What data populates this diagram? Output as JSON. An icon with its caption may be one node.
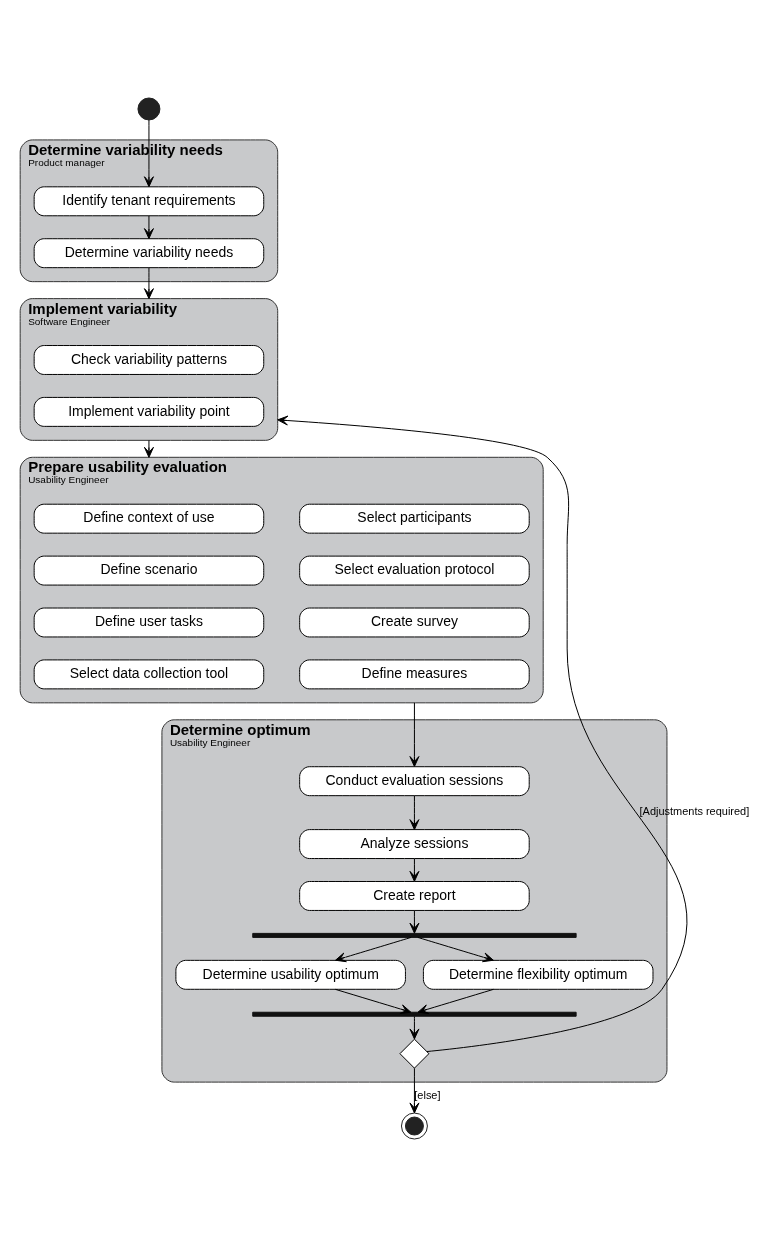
{
  "diagram": {
    "nodes": [
      {
        "text": [],
        "shape": "circle"
      },
      {
        "text": [
          "Determine variability needs",
          "Product manager"
        ]
      },
      {
        "text": [
          "Identify tenant requirements"
        ],
        "in": 1
      },
      {
        "text": [
          "Determine variability needs"
        ],
        "in": 1
      },
      {
        "text": [
          "Implement variability",
          "Software Engineer"
        ]
      },
      {
        "text": [
          "Check variability patterns"
        ],
        "in": 4
      },
      {
        "text": [
          "Implement variability point"
        ],
        "in": 4
      },
      {
        "text": [
          "Prepare usability evaluation",
          "Usability Engineer"
        ]
      },
      {
        "text": [
          "Define context of use"
        ],
        "in": 7
      },
      {
        "text": [
          "Select participants"
        ],
        "in": 7
      },
      {
        "text": [
          "Define scenario"
        ],
        "in": 7
      },
      {
        "text": [
          "Select evaluation protocol"
        ],
        "in": 7
      },
      {
        "text": [
          "Define user tasks"
        ],
        "in": 7
      },
      {
        "text": [
          "Create survey"
        ],
        "in": 7
      },
      {
        "text": [
          "Select data collection tool"
        ],
        "in": 7
      },
      {
        "text": [
          "Define measures"
        ],
        "in": 7
      },
      {
        "text": [
          "Determine optimum",
          "Usability Engineer"
        ]
      },
      {
        "text": [
          "Conduct evaluation sessions"
        ],
        "in": 16
      },
      {
        "text": [
          "Analyze sessions"
        ],
        "in": 16
      },
      {
        "text": [
          "Create report"
        ],
        "in": 16
      },
      {
        "text": [],
        "shape": "bar",
        "in": 16
      },
      {
        "text": [
          "Determine usability optimum"
        ],
        "in": 16
      },
      {
        "text": [
          "Determine flexibility optimum"
        ],
        "in": 16
      },
      {
        "text": [],
        "shape": "bar",
        "in": 16
      },
      {
        "text": [],
        "shape": "diamond",
        "in": 16
      },
      {
        "text": [],
        "shape": "circle"
      }
    ],
    "edges": [
      {
        "from": 0,
        "to": 2,
        "arrow": "to"
      },
      {
        "from": 2,
        "to": 3,
        "arrow": "to"
      },
      {
        "from": 3,
        "to": 4,
        "arrow": "to"
      },
      {
        "from": 4,
        "to": 7,
        "arrow": "to"
      },
      {
        "from": 7,
        "to": 17,
        "arrow": "to"
      },
      {
        "from": 17,
        "to": 18,
        "arrow": "to"
      },
      {
        "from": 18,
        "to": 19,
        "arrow": "to"
      },
      {
        "from": 19,
        "to": 20,
        "arrow": "to"
      },
      {
        "from": 20,
        "to": 21,
        "arrow": "to"
      },
      {
        "from": 20,
        "to": 22,
        "arrow": "to"
      },
      {
        "from": 21,
        "to": 23,
        "arrow": "to"
      },
      {
        "from": 22,
        "to": 23,
        "arrow": "to"
      },
      {
        "from": 23,
        "to": 24,
        "arrow": "to"
      },
      {
        "from": 24,
        "to": 4,
        "arrow": "to",
        "label": "[Adjustments required]"
      },
      {
        "from": 24,
        "to": 25,
        "arrow": "to",
        "label": "[else]"
      }
    ]
  }
}
